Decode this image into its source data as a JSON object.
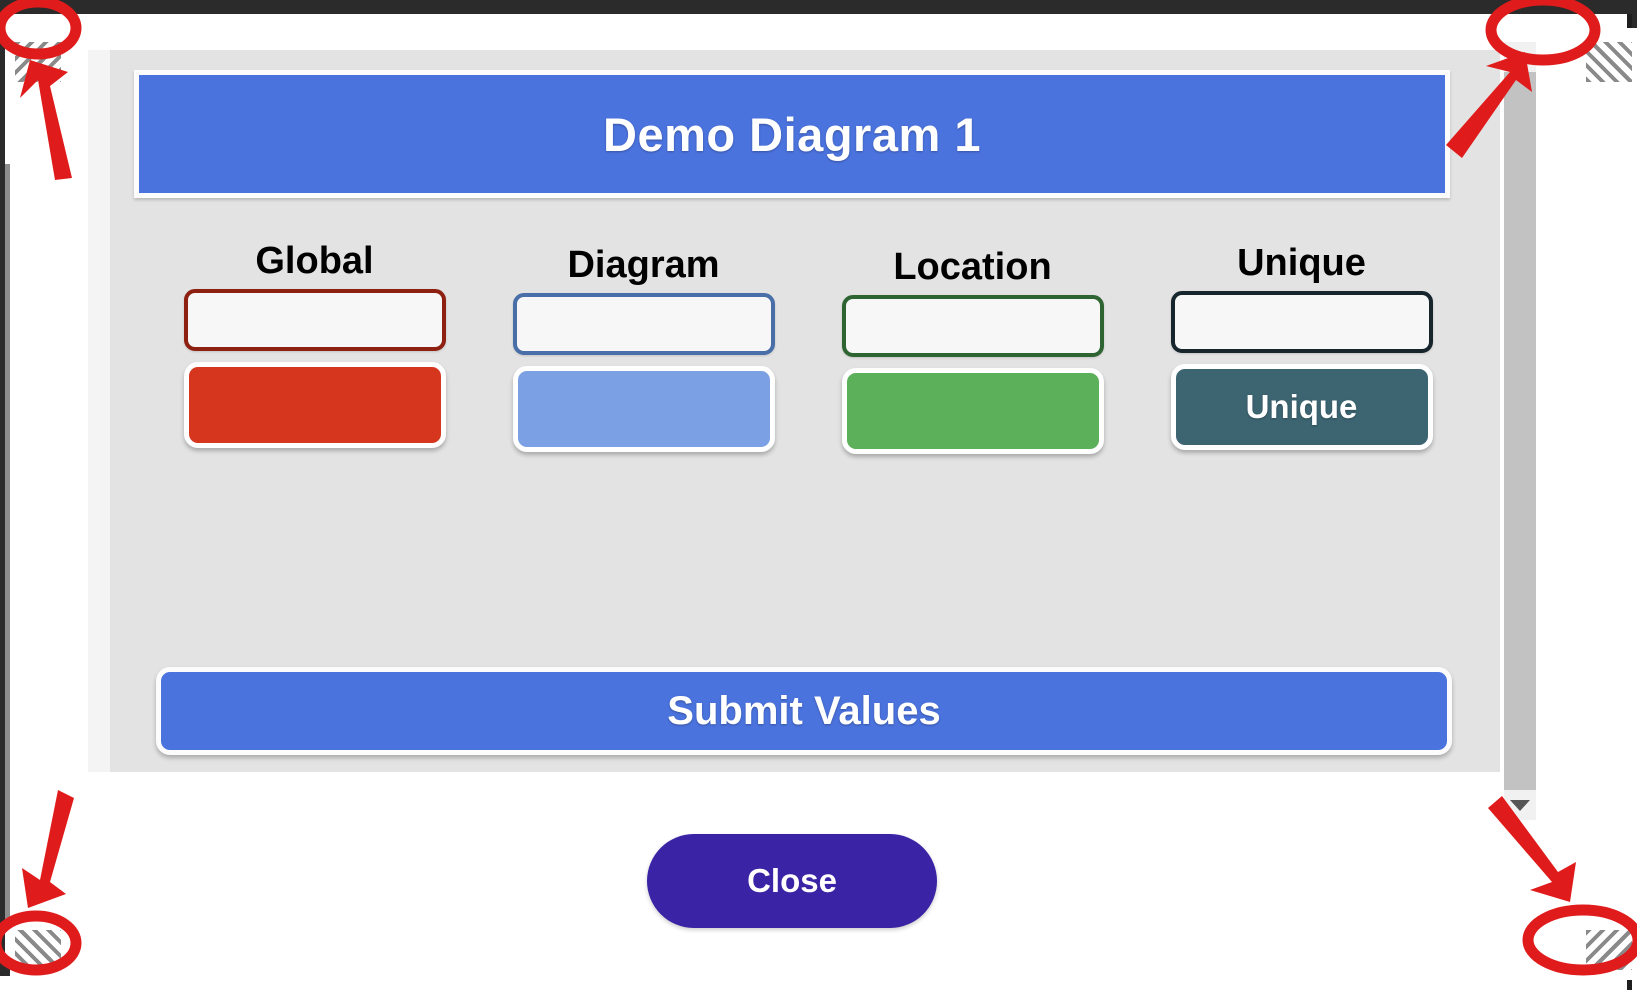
{
  "window": {
    "dialog_name": "Demo Diagram dialog"
  },
  "dialog": {
    "title": "Demo Diagram 1",
    "submit_label": "Submit Values",
    "close_label": "Close"
  },
  "columns": [
    {
      "label": "Global",
      "input_value": "",
      "input_placeholder": "",
      "input_border_color": "#8e2012",
      "button_label": "",
      "button_color": "#d6351e"
    },
    {
      "label": "Diagram",
      "input_value": "",
      "input_placeholder": "",
      "input_border_color": "#4a6ea8",
      "button_label": "",
      "button_color": "#7ba0e3"
    },
    {
      "label": "Location",
      "input_value": "",
      "input_placeholder": "",
      "input_border_color": "#2d6431",
      "button_label": "",
      "button_color": "#5cb05a"
    },
    {
      "label": "Unique",
      "input_value": "",
      "input_placeholder": "",
      "input_border_color": "#16262c",
      "button_label": "Unique",
      "button_color": "#3c6471"
    }
  ],
  "scrollbar": {
    "up_arrow": "scroll-up-arrow",
    "down_arrow": "scroll-down-arrow",
    "thumb": "scroll-thumb"
  },
  "resize_grips": {
    "top_left": "resize-grip",
    "top_right": "resize-grip",
    "bottom_left": "resize-grip",
    "bottom_right": "resize-grip"
  },
  "colors": {
    "banner_blue": "#4b73de",
    "close_purple": "#3a23a5",
    "panel_gray": "#e3e3e3",
    "annotation_red": "#e01b1b"
  }
}
